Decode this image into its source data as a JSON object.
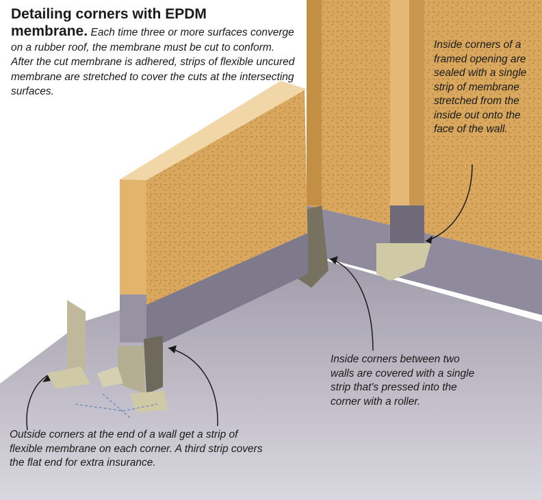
{
  "title": {
    "heading_line1": "Detailing corners with EPDM",
    "heading_line2": "membrane.",
    "body": "Each time three or more surfaces converge on a rubber roof, the membrane must be cut to conform. After the cut membrane is adhered, strips of flexible uncured membrane are stretched to cover the cuts at the intersecting surfaces."
  },
  "callouts": {
    "framed_opening": "Inside corners of a framed opening are sealed with a single strip of membrane stretched from the inside out onto the face of the wall.",
    "two_walls": "Inside corners between two walls are covered with a single strip that's pressed into the corner with a roller.",
    "outside_corners": "Outside corners at the end of a wall get a strip of flexible membrane on each corner. A third strip covers the flat end for extra insurance."
  }
}
